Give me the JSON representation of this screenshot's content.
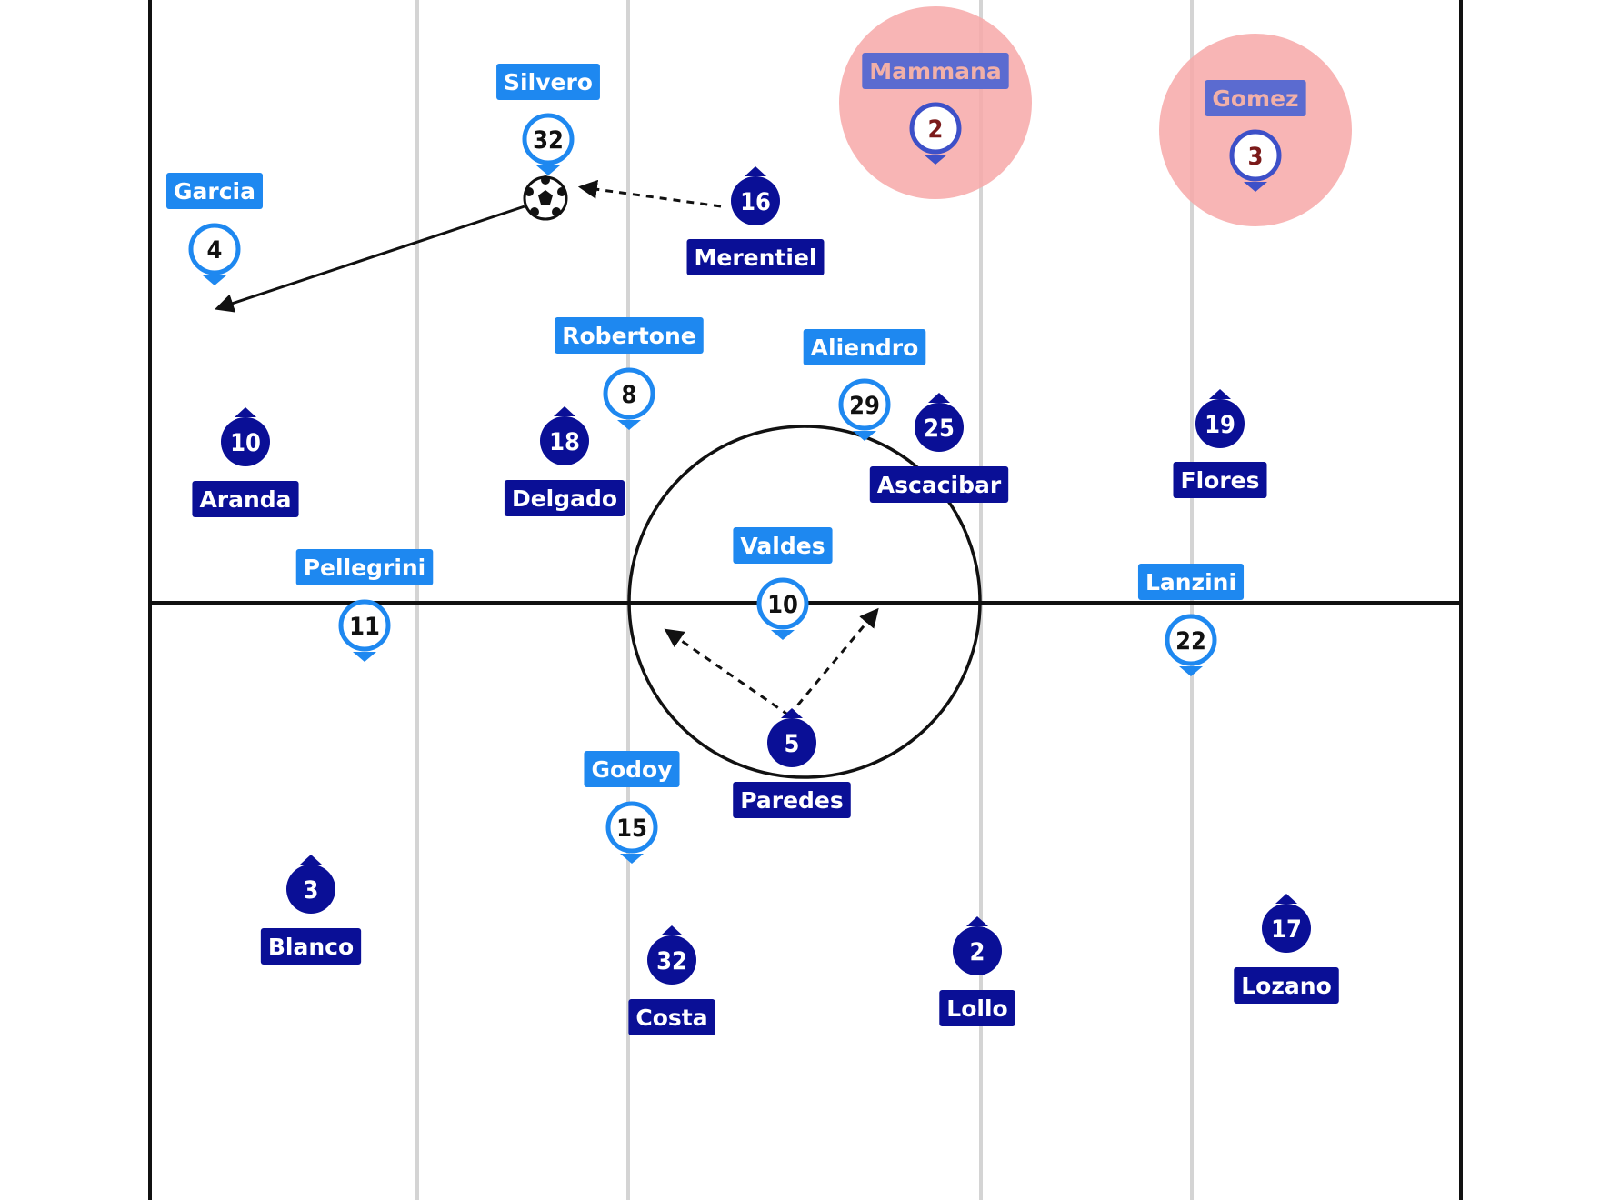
{
  "colors": {
    "light_team": "#1e88f0",
    "dark_team": "#0a0f96",
    "highlight": "#f7a8a8",
    "highlight_text": "#7b1a1a",
    "lines": "#111111",
    "lane_lines": "#d4d4d4"
  },
  "players": [
    {
      "id": "garcia",
      "name": "Garcia",
      "number": "4",
      "team": "light",
      "marker": "down"
    },
    {
      "id": "silvero",
      "name": "Silvero",
      "number": "32",
      "team": "light",
      "marker": "down"
    },
    {
      "id": "robertone",
      "name": "Robertone",
      "number": "8",
      "team": "light",
      "marker": "down"
    },
    {
      "id": "aliendro",
      "name": "Aliendro",
      "number": "29",
      "team": "light",
      "marker": "down"
    },
    {
      "id": "pellegrini",
      "name": "Pellegrini",
      "number": "11",
      "team": "light",
      "marker": "down"
    },
    {
      "id": "valdes",
      "name": "Valdes",
      "number": "10",
      "team": "light",
      "marker": "down"
    },
    {
      "id": "lanzini",
      "name": "Lanzini",
      "number": "22",
      "team": "light",
      "marker": "down"
    },
    {
      "id": "godoy",
      "name": "Godoy",
      "number": "15",
      "team": "light",
      "marker": "down"
    },
    {
      "id": "mammana",
      "name": "Mammana",
      "number": "2",
      "team": "highlight",
      "marker": "down"
    },
    {
      "id": "gomez",
      "name": "Gomez",
      "number": "3",
      "team": "highlight",
      "marker": "down"
    },
    {
      "id": "merentiel",
      "name": "Merentiel",
      "number": "16",
      "team": "dark",
      "marker": "up"
    },
    {
      "id": "aranda",
      "name": "Aranda",
      "number": "10",
      "team": "dark",
      "marker": "up"
    },
    {
      "id": "delgado",
      "name": "Delgado",
      "number": "18",
      "team": "dark",
      "marker": "up"
    },
    {
      "id": "ascacibar",
      "name": "Ascacibar",
      "number": "25",
      "team": "dark",
      "marker": "up"
    },
    {
      "id": "flores",
      "name": "Flores",
      "number": "19",
      "team": "dark",
      "marker": "up"
    },
    {
      "id": "paredes",
      "name": "Paredes",
      "number": "5",
      "team": "dark",
      "marker": "up"
    },
    {
      "id": "blanco",
      "name": "Blanco",
      "number": "3",
      "team": "dark",
      "marker": "up"
    },
    {
      "id": "costa",
      "name": "Costa",
      "number": "32",
      "team": "dark",
      "marker": "up"
    },
    {
      "id": "lollo",
      "name": "Lollo",
      "number": "2",
      "team": "dark",
      "marker": "up"
    },
    {
      "id": "lozano",
      "name": "Lozano",
      "number": "17",
      "team": "dark",
      "marker": "up"
    }
  ],
  "ball": {
    "icon": "soccer-ball-icon"
  },
  "movements": [
    {
      "id": "pass-to-garcia",
      "from": "ball",
      "to": "garcia-run",
      "style": "solid"
    },
    {
      "id": "merentiel-press",
      "from": "merentiel",
      "to": "ball",
      "style": "dashed"
    },
    {
      "id": "paredes-move-left",
      "from": "paredes",
      "to": "paredes-left",
      "style": "dashed"
    },
    {
      "id": "paredes-move-right",
      "from": "paredes",
      "to": "paredes-right",
      "style": "dashed"
    }
  ]
}
